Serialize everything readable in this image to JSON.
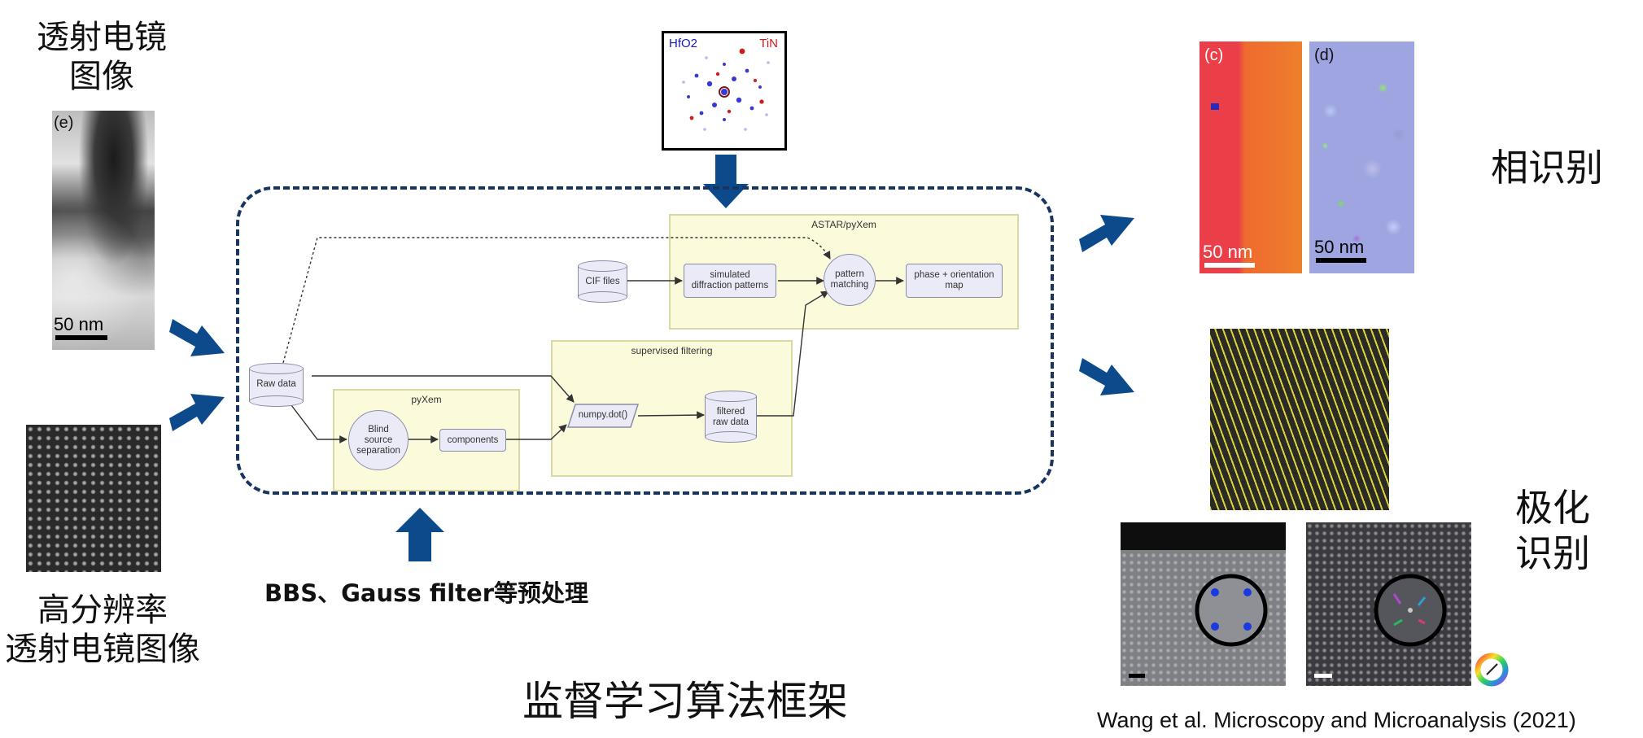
{
  "left": {
    "tem_label": "透射电镜\n图像",
    "tem_tag": "(e)",
    "tem_scale": "50 nm",
    "hrtem_label": "高分辨率\n透射电镜图像"
  },
  "center": {
    "diff_labels": {
      "left": "HfO2",
      "right": "TiN",
      "left_color": "#1a1ab8",
      "right_color": "#d21a1a"
    },
    "nodes": {
      "raw_data": "Raw data",
      "cif_files": "CIF files",
      "sim_patterns": "simulated\ndiffraction patterns",
      "pattern_matching": "pattern\nmatching",
      "phase_map": "phase + orientation\nmap",
      "blind_source": "Blind\nsource\nseparation",
      "components": "components",
      "numpy_dot": "numpy.dot()",
      "filtered": "filtered\nraw data"
    },
    "groups": {
      "astar": "ASTAR/pyXem",
      "supervised": "supervised filtering",
      "pyxem": "pyXem"
    },
    "preprocess_label": "BBS、Gauss filter等预处理",
    "framework_title": "监督学习算法框架",
    "frame_color": "#17355f",
    "arrow_color": "#0d4a8b"
  },
  "right": {
    "tag_c": "(c)",
    "tag_d": "(d)",
    "scale_c": "50 nm",
    "scale_d": "50 nm",
    "phase_label": "相识别",
    "polar_label": "极化\n识别",
    "citation": "Wang et al. Microscopy and Microanalysis (2021)"
  }
}
